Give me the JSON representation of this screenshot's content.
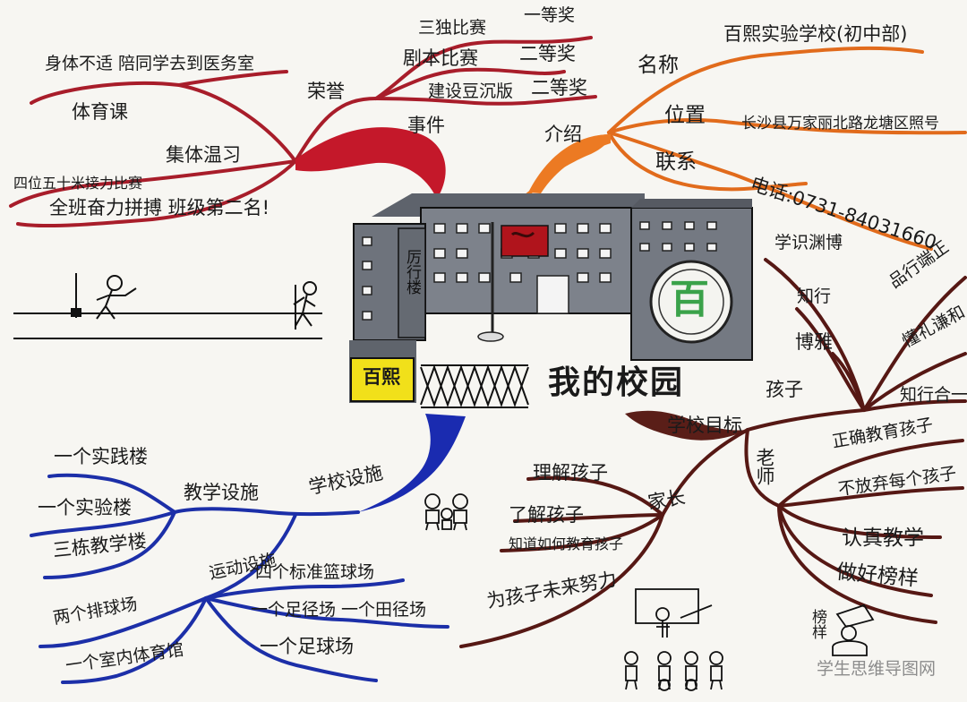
{
  "center": {
    "title": "我的校园",
    "building_label": "厉行楼",
    "school_sign": "百熙",
    "logo_glyph": "百"
  },
  "branches": {
    "events": {
      "label": "事件",
      "honors": {
        "label": "荣誉",
        "items": [
          {
            "event": "三独比赛",
            "result": "一等奖"
          },
          {
            "event": "剧本比赛",
            "result": "二等奖"
          },
          {
            "event": "建设豆沉版",
            "result": "二等奖"
          }
        ]
      },
      "pe": {
        "label": "体育课",
        "items": [
          "身体不适  陪同学去到医务室",
          "集体温习"
        ],
        "relay": "四位五十米接力比赛",
        "relay_result": "全班奋力拼搏  班级第二名!"
      }
    },
    "intro": {
      "label": "介绍",
      "items": [
        {
          "key": "名称",
          "value": "百熙实验学校(初中部)"
        },
        {
          "key": "位置",
          "value": "长沙县万家丽北路龙塘区照号"
        },
        {
          "key": "联系",
          "value": "电话:0731-84031660"
        }
      ]
    },
    "facilities": {
      "label": "学校设施",
      "teaching": {
        "label": "教学设施",
        "items": [
          "一个实践楼",
          "一个实验楼",
          "三栋教学楼"
        ]
      },
      "sports": {
        "label": "运动设施",
        "items": [
          "四个标准篮球场",
          "一个足径场  一个田径场",
          "一个足球场",
          "两个排球场",
          "一个室内体育馆"
        ]
      }
    },
    "goals": {
      "label": "学校目标",
      "children": {
        "label": "孩子",
        "items": [
          "学识渊博",
          "知行",
          "博雅",
          "品行端正",
          "懂礼谦和",
          "知行合一"
        ]
      },
      "parents": {
        "label": "家长",
        "items": [
          "理解孩子",
          "了解孩子",
          "知道如何教育孩子",
          "为孩子未来努力"
        ]
      },
      "teachers": {
        "label": "老师",
        "items": [
          "正确教育孩子",
          "不放弃每个孩子",
          "认真教学",
          "做好榜样"
        ]
      },
      "role_model_label": "榜样"
    }
  },
  "watermark": "学生思维导图网",
  "colors": {
    "red_branch": "#b71c2c",
    "orange_branch": "#e8741e",
    "blue_branch": "#1b2fa8",
    "brown_branch": "#5a1a16",
    "building": "#7b8088",
    "sign_yellow": "#f1e01a",
    "logo_green": "#3aa24a",
    "flag_red": "#b0141c"
  }
}
